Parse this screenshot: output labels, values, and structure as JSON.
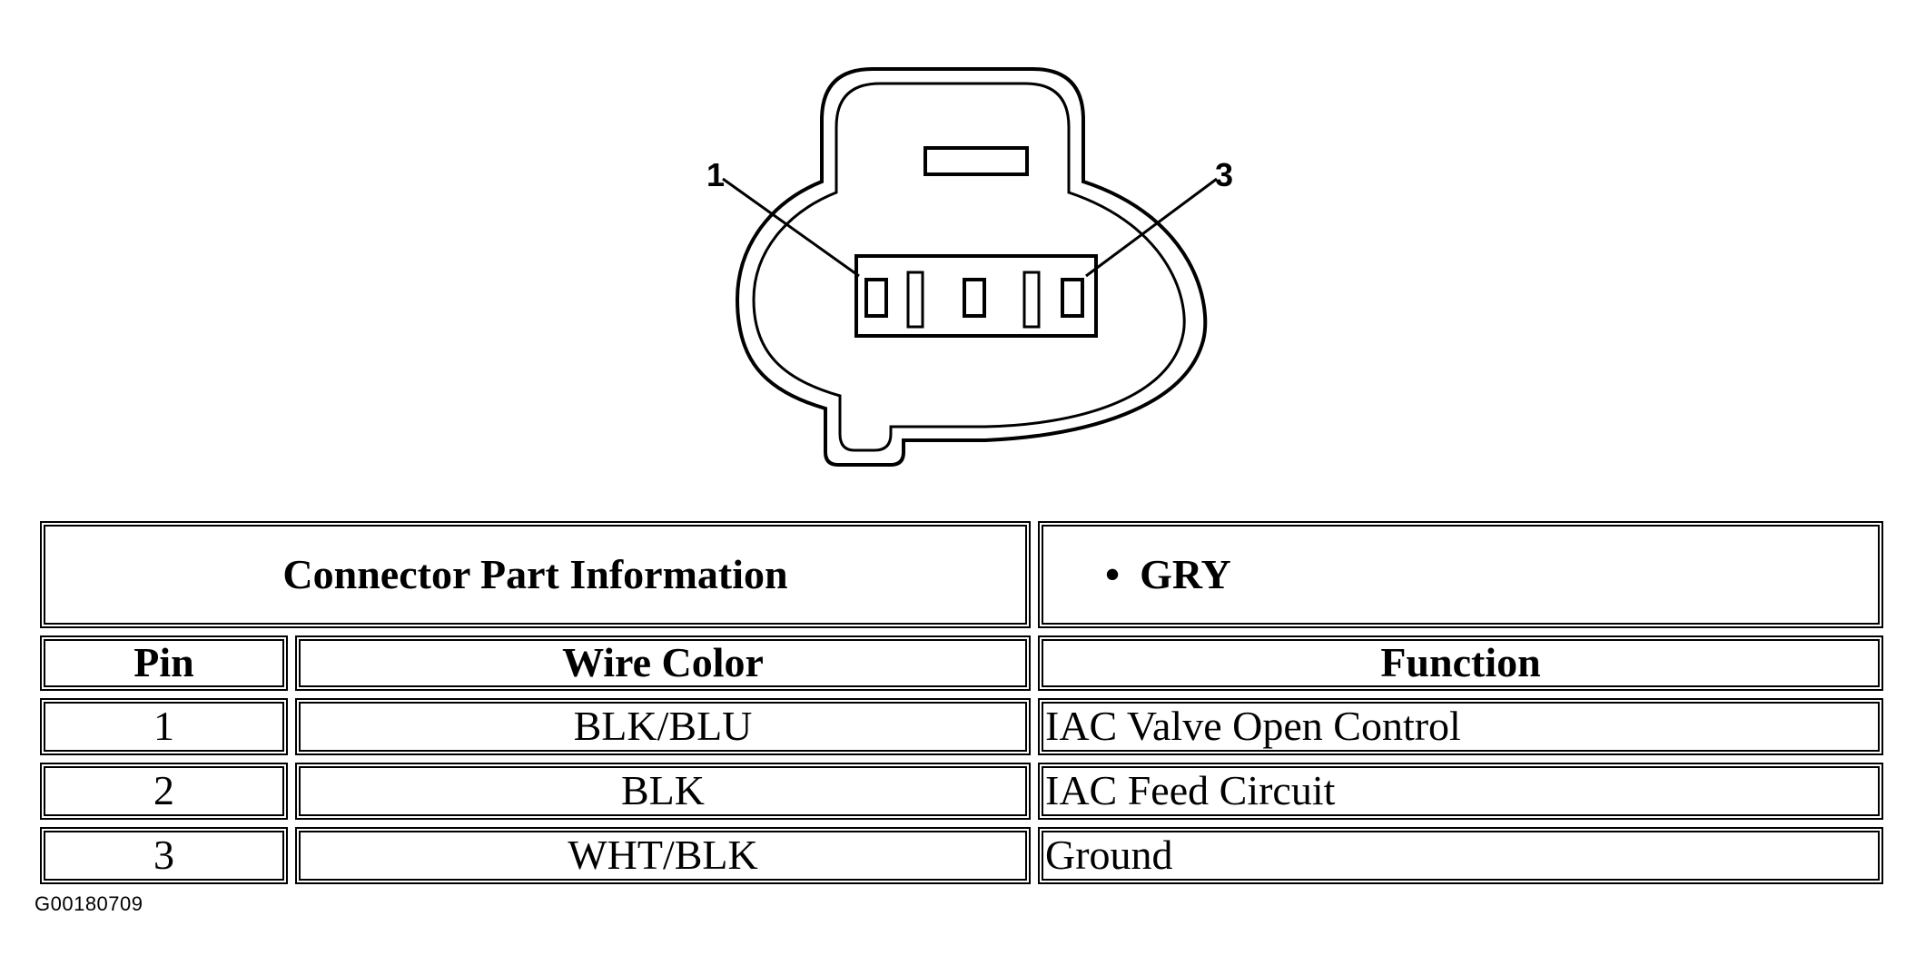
{
  "diagram": {
    "callouts": [
      "1",
      "3"
    ]
  },
  "table": {
    "header": {
      "label": "Connector Part Information",
      "bullet": "•",
      "value": "GRY"
    },
    "columns": [
      "Pin",
      "Wire Color",
      "Function"
    ],
    "rows": [
      {
        "pin": "1",
        "wire_color": "BLK/BLU",
        "function": "IAC Valve Open Control"
      },
      {
        "pin": "2",
        "wire_color": "BLK",
        "function": "IAC Feed Circuit"
      },
      {
        "pin": "3",
        "wire_color": "WHT/BLK",
        "function": "Ground"
      }
    ]
  },
  "figure_id": "G00180709"
}
